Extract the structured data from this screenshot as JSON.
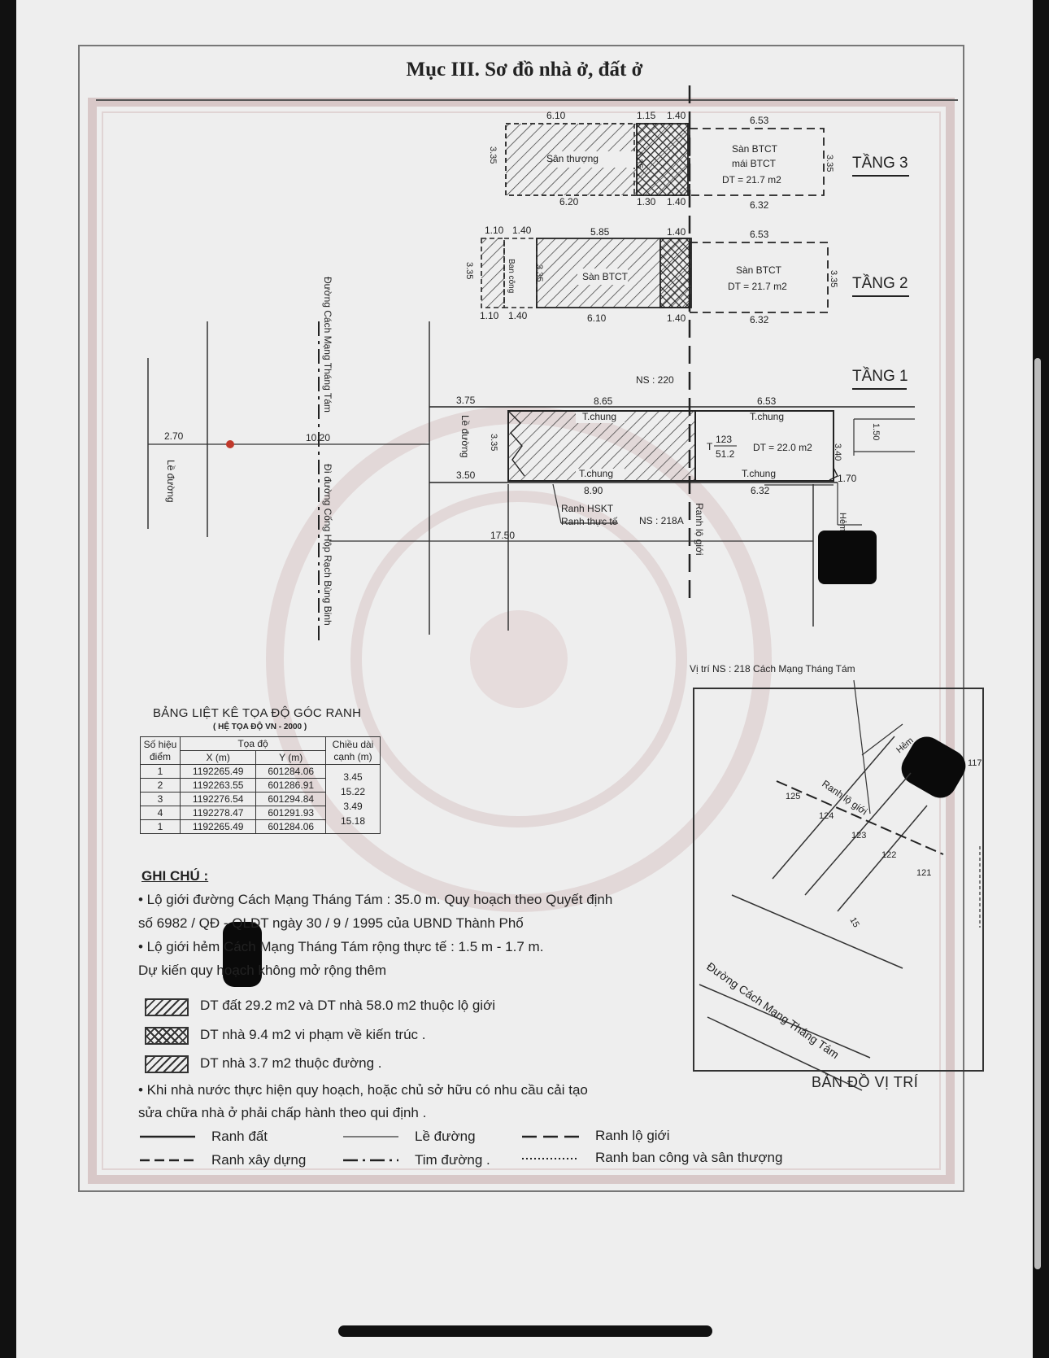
{
  "document": {
    "title": "Mục III. Sơ đồ nhà ở, đất ở"
  },
  "floors": {
    "f3": {
      "label": "TẦNG 3",
      "dims_top": [
        "6.10",
        "1.15",
        "1.40",
        "6.53"
      ],
      "dims_bottom": [
        "6.20",
        "1.30",
        "1.40",
        "6.32"
      ],
      "side_left": "3.35",
      "side_mid": "3.35",
      "side_right": "3.35",
      "hatch_label": "Sân thượng",
      "room_label": [
        "Sàn BTCT",
        "mái BTCT",
        "DT = 21.7 m2"
      ]
    },
    "f2": {
      "label": "TẦNG 2",
      "dims_top": [
        "1.10",
        "1.40",
        "5.85",
        "1.40",
        "6.53"
      ],
      "dims_bottom": [
        "1.10",
        "1.40",
        "6.10",
        "1.40",
        "6.32"
      ],
      "side_left": "3.35",
      "side_mid": "3.35",
      "side_right": "3.35",
      "balcony_label": "Ban công",
      "hatch_label": "Sàn BTCT",
      "room_label": [
        "Sàn BTCT",
        "DT = 21.7 m2"
      ]
    },
    "f1": {
      "label": "TẦNG 1",
      "ns_top": "NS : 220",
      "ns_bottom": "NS : 218A",
      "dim_375": "3.75",
      "dim_350": "3.50",
      "dim_865": "8.65",
      "dim_890": "8.90",
      "dim_653": "6.53",
      "dim_632": "6.32",
      "dim_335": "3.35",
      "dim_340": "3.40",
      "dim_150": "1.50",
      "dim_170": "1.70",
      "dim_270": "2.70",
      "dim_1020": "10.20",
      "dim_1750": "17.50",
      "tchung": "T.chung",
      "parcel_num": "123",
      "parcel_area": "51.2",
      "parcel_prefix": "T",
      "dt_label": "DT = 22.0 m2",
      "ranh_hskt": "Ranh HSKT",
      "ranh_thucte": "Ranh thực tế",
      "ranh_loigioi": "Ranh lộ giới",
      "le_duong": "Lề đường",
      "hem": "Hẻm",
      "road_main": "Đường Cách Mạng Tháng Tám",
      "road_culvert": "Đì đường Cống Hộp Rạch Bùng Binh"
    }
  },
  "coord_table": {
    "title": "BẢNG LIỆT KÊ TỌA ĐỘ GÓC RANH",
    "subtitle": "( HỆ TỌA ĐỘ VN - 2000 )",
    "headers": {
      "point": "Số hiệu điểm",
      "coords": "Tọa độ",
      "x": "X (m)",
      "y": "Y (m)",
      "length": "Chiều dài cạnh (m)"
    },
    "rows": [
      {
        "id": "1",
        "x": "1192265.49",
        "y": "601284.06"
      },
      {
        "id": "2",
        "x": "1192263.55",
        "y": "601286.91"
      },
      {
        "id": "3",
        "x": "1192276.54",
        "y": "601294.84"
      },
      {
        "id": "4",
        "x": "1192278.47",
        "y": "601291.93"
      },
      {
        "id": "1",
        "x": "1192265.49",
        "y": "601284.06"
      }
    ],
    "lengths": [
      "3.45",
      "15.22",
      "3.49",
      "15.18"
    ]
  },
  "notes": {
    "heading": "GHI CHÚ :",
    "lines": [
      "• Lộ giới đường Cách Mạng Tháng Tám : 35.0 m. Quy hoạch theo Quyết định",
      "số 6982 / QĐ - QLĐT ngày 30 / 9 / 1995 của UBND Thành Phố",
      "• Lộ giới hẻm Cách Mạng Tháng Tám rộng thực tế : 1.5 m - 1.7 m.",
      "Dự kiến quy hoạch không mở rộng thêm"
    ],
    "hatch_1": "DT đất 29.2 m2 và DT nhà 58.0 m2 thuộc lộ giới",
    "hatch_2": "DT nhà 9.4 m2 vi phạm về kiến trúc .",
    "hatch_3": "DT nhà 3.7 m2 thuộc đường .",
    "final": [
      "• Khi nhà nước thực hiện quy hoạch, hoặc chủ sở hữu có nhu cầu cải tạo",
      "sửa chữa nhà ở phải chấp hành theo qui định ."
    ]
  },
  "legend": {
    "ranh_dat": "Ranh đất",
    "ranh_xay_dung": "Ranh xây dựng",
    "le_duong": "Lề đường",
    "tim_duong": "Tim đường .",
    "ranh_lo_gioi": "Ranh lộ giới",
    "ranh_ban_cong": "Ranh ban công và sân thượng"
  },
  "location_map": {
    "title": "Vị trí NS : 218 Cách Mạng Tháng Tám",
    "caption": "BẢN ĐỒ VỊ TRÍ",
    "labels": [
      "125",
      "124",
      "123",
      "122",
      "121",
      "117"
    ],
    "road": "Đường Cách Mạng Tháng Tám",
    "ranh": "Ranh lộ giới",
    "hem": "Hẻm",
    "side": "15"
  },
  "colors": {
    "paper": "#eeeeee",
    "ink": "#222222",
    "stamp": "#c0392b",
    "redaction": "#0a0a0a"
  }
}
